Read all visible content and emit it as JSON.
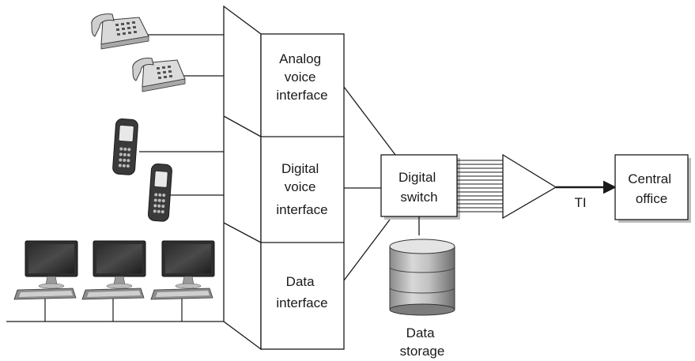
{
  "interfaces": {
    "analog": [
      "Analog",
      "voice",
      "interface"
    ],
    "digital": [
      "Digital",
      "voice",
      "interface"
    ],
    "data": [
      "Data",
      "interface"
    ]
  },
  "switch": [
    "Digital",
    "switch"
  ],
  "storage": [
    "Data",
    "storage"
  ],
  "trunk_label": "TI",
  "central_office": [
    "Central",
    "office"
  ],
  "colors": {
    "line": "#1a1a1a",
    "device_light": "#d9d9d9",
    "device_dark": "#3a3a3a",
    "shadow": "#bdbdbd"
  }
}
